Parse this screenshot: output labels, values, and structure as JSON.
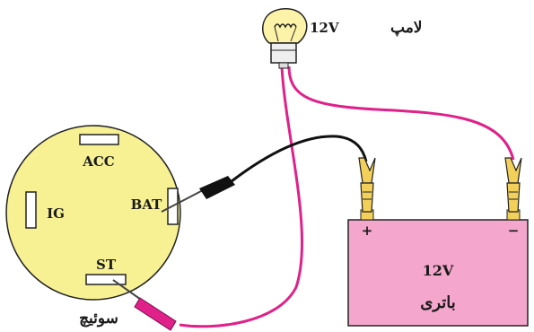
{
  "lamp": {
    "voltage_label": "12V",
    "name_label": "لامپ"
  },
  "switch": {
    "terminals": {
      "acc": "ACC",
      "ig": "IG",
      "bat": "BAT",
      "st": "ST"
    },
    "name_label": "سوئیچ"
  },
  "battery": {
    "voltage_label": "12V",
    "name_label": "باتری",
    "positive_symbol": "+",
    "negative_symbol": "−"
  },
  "colors": {
    "switch_fill": "#f7f194",
    "battery_fill": "#f4a6cc",
    "wire_magenta": "#e0218a",
    "wire_black": "#111111",
    "clip_fill": "#f3d05a",
    "lamp_glass": "#fdf3a8"
  }
}
